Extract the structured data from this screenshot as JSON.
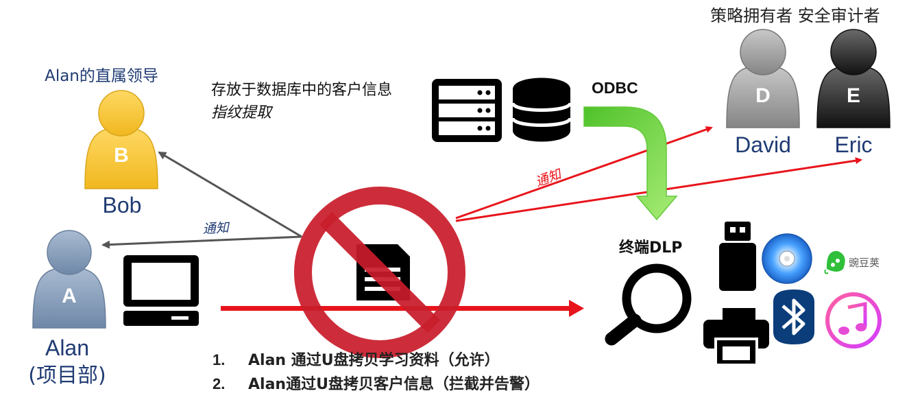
{
  "people": {
    "alan": {
      "letter": "A",
      "name": "Alan",
      "dept": "(项目部)"
    },
    "bob": {
      "letter": "B",
      "name": "Bob",
      "role": "Alan的直属领导"
    },
    "david": {
      "letter": "D",
      "name": "David"
    },
    "eric": {
      "letter": "E",
      "name": "Eric"
    },
    "roles": "策略拥有者 安全审计者"
  },
  "database": {
    "caption": "存放于数据库中的客户信息",
    "sub_caption": "指纹提取",
    "odbc": "ODBC"
  },
  "notify": {
    "left": "通知",
    "right": "通知"
  },
  "endpoint": {
    "label": "终端DLP",
    "wandoujia": "豌豆荚"
  },
  "list": [
    {
      "num": "1.",
      "text": "Alan 通过U盘拷贝学习资料（允许）"
    },
    {
      "num": "2.",
      "text": "Alan通过U盘拷贝客户信息（拦截并告警）"
    }
  ],
  "colors": {
    "alan": "#7f97b4",
    "bob": "#f2c53a",
    "david": "#9a9a9a",
    "eric": "#2b2b2b",
    "red_arrow": "#e8141b",
    "gray_arrow": "#555555",
    "green_arrow": "#7ad33a",
    "blue_text": "#1f3b73",
    "prohibit": "#c91d2b"
  }
}
